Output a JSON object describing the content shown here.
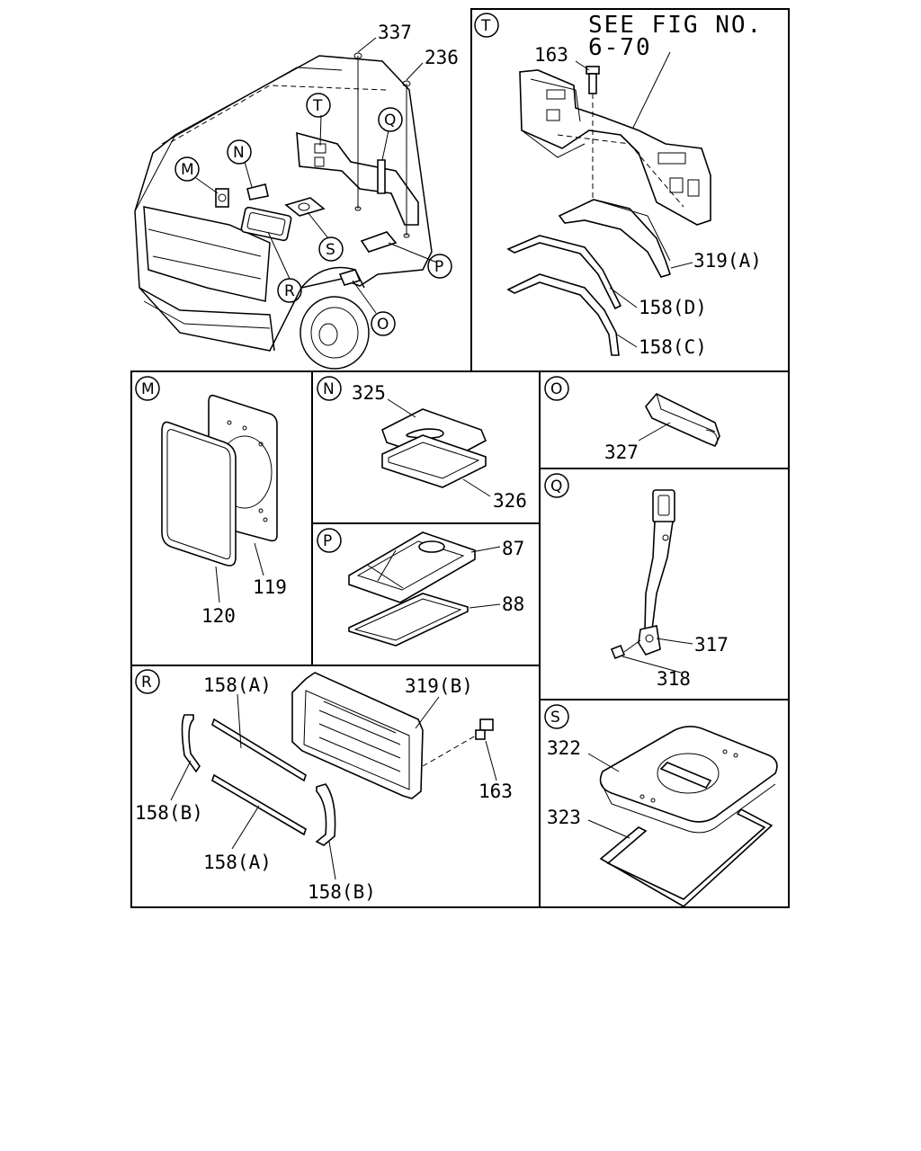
{
  "figure_note": {
    "line1": "SEE FIG NO.",
    "line2": "6-70"
  },
  "callouts": {
    "M": "M",
    "N": "N",
    "O": "O",
    "P": "P",
    "Q": "Q",
    "R": "R",
    "S": "S",
    "T": "T"
  },
  "overview": {
    "p337": "337",
    "p236": "236"
  },
  "panel_t": {
    "p163": "163",
    "p319a": "319(A)",
    "p158d": "158(D)",
    "p158c": "158(C)"
  },
  "panel_m": {
    "p119": "119",
    "p120": "120"
  },
  "panel_n": {
    "p325": "325",
    "p326": "326"
  },
  "panel_o": {
    "p327": "327"
  },
  "panel_p": {
    "p87": "87",
    "p88": "88"
  },
  "panel_q": {
    "p317": "317",
    "p318": "318"
  },
  "panel_r": {
    "p158a_top": "158(A)",
    "p319b": "319(B)",
    "p163": "163",
    "p158b_left": "158(B)",
    "p158a_bottom": "158(A)",
    "p158b_bottom": "158(B)"
  },
  "panel_s": {
    "p322": "322",
    "p323": "323"
  }
}
